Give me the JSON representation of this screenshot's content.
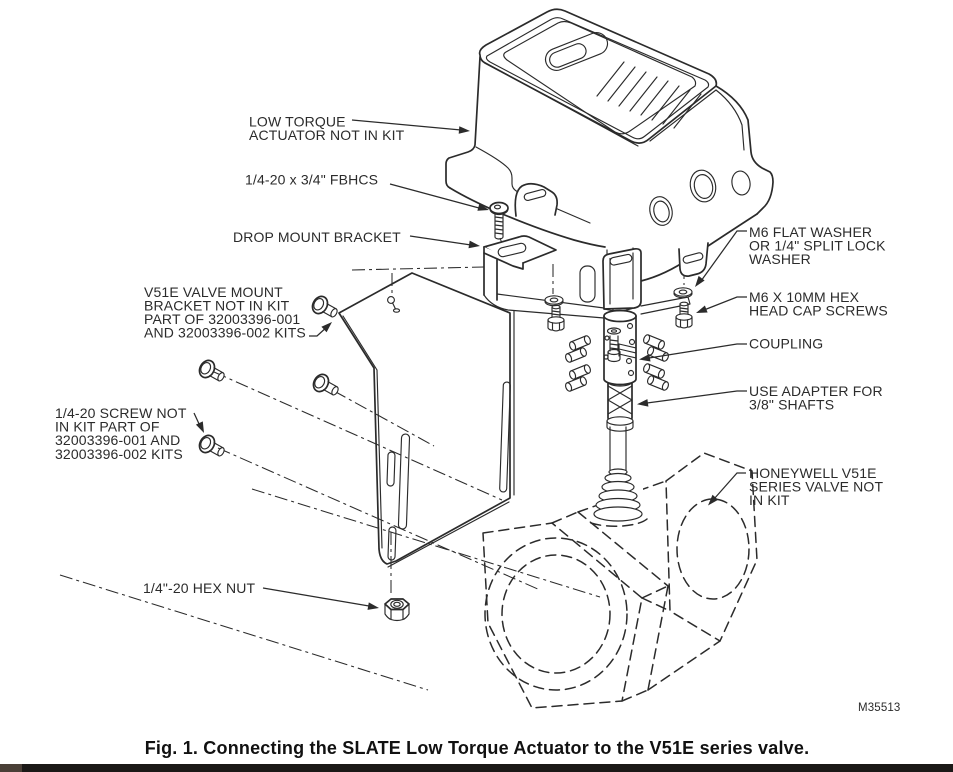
{
  "figure": {
    "caption": "Fig. 1. Connecting the SLATE Low Torque Actuator to the V51E series valve.",
    "drawing_number": "M35513"
  },
  "callouts": {
    "low_torque": {
      "lines": [
        "LOW TORQUE",
        "ACTUATOR NOT IN KIT"
      ]
    },
    "fbhcs": {
      "lines": [
        "1/4-20 x 3/4\" FBHCS"
      ]
    },
    "drop_mount": {
      "lines": [
        "DROP MOUNT BRACKET"
      ]
    },
    "valve_mount": {
      "lines": [
        "V51E VALVE MOUNT",
        "BRACKET NOT IN KIT",
        "PART OF 32003396-001",
        "AND 32003396-002 KITS"
      ]
    },
    "screw": {
      "lines": [
        "1/4-20 SCREW NOT",
        "IN KIT PART OF",
        "32003396-001 AND",
        "32003396-002 KITS"
      ]
    },
    "hex_nut": {
      "lines": [
        "1/4\"-20 HEX NUT"
      ]
    },
    "m6_washer": {
      "lines": [
        "M6 FLAT WASHER",
        "OR 1/4\" SPLIT LOCK",
        "WASHER"
      ]
    },
    "m6_screws": {
      "lines": [
        "M6 X 10MM HEX",
        "HEAD CAP SCREWS"
      ]
    },
    "coupling": {
      "lines": [
        "COUPLING"
      ]
    },
    "adapter": {
      "lines": [
        "USE ADAPTER FOR",
        "3/8\" SHAFTS"
      ]
    },
    "valve": {
      "lines": [
        "HONEYWELL V51E",
        "SERIES VALVE NOT",
        "IN KIT"
      ]
    }
  },
  "colors": {
    "line": "#2b2b2b",
    "background": "#ffffff",
    "bottom_bar": "#1b1917",
    "bottom_bar_left": "#4a3f37"
  }
}
